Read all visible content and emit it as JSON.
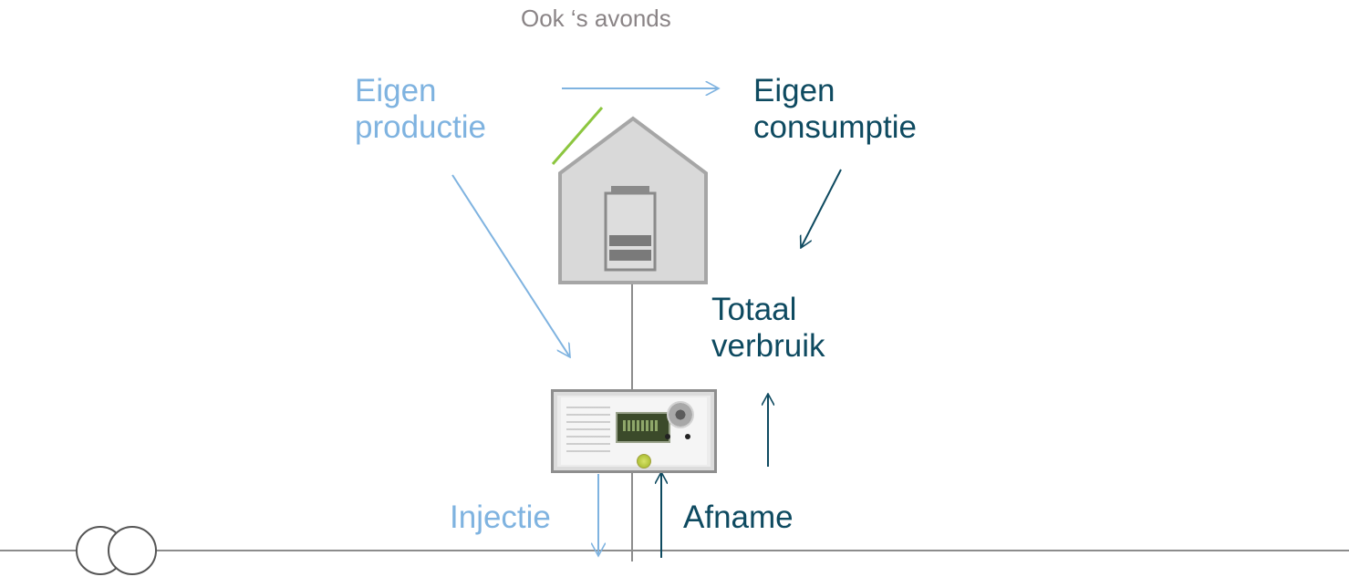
{
  "caption": "Ook ‘s avonds",
  "labels": {
    "eigen_productie": [
      "Eigen",
      "productie"
    ],
    "eigen_consumptie": [
      "Eigen",
      "consumptie"
    ],
    "totaal_verbruik": [
      "Totaal",
      "verbruik"
    ],
    "injectie": "Injectie",
    "afname": "Afname"
  },
  "icons": {
    "house": "house-with-battery-icon",
    "meter": "digital-meter-icon",
    "transformer": "transformer-icon",
    "solar_panel": "solar-panel-icon"
  },
  "colors": {
    "light_blue": "#7fb3e0",
    "dark_teal": "#0e4a60",
    "caption_gray": "#8a8486",
    "solar_green": "#8cc63f",
    "house_fill": "#d9d9d9",
    "house_stroke": "#a6a6a6",
    "line_gray": "#8c8c8c"
  }
}
